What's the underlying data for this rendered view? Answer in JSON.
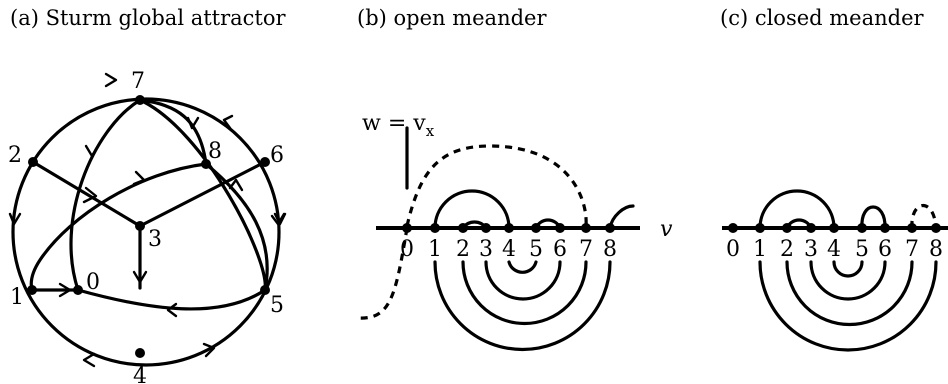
{
  "captions": {
    "a": "(a) Sturm global attractor",
    "b": "(b) open meander",
    "c": "(c) closed meander"
  },
  "attractor": {
    "vertex_labels": [
      "0",
      "1",
      "2",
      "3",
      "4",
      "5",
      "6",
      "7",
      "8"
    ]
  },
  "open_meander": {
    "axis_labels": [
      "0",
      "1",
      "2",
      "3",
      "4",
      "5",
      "6",
      "7",
      "8"
    ],
    "vertical_axis_label": "w = v",
    "vertical_axis_subscript": "x",
    "horizontal_axis_label": "v"
  },
  "closed_meander": {
    "axis_labels": [
      "0",
      "1",
      "2",
      "3",
      "4",
      "5",
      "6",
      "7",
      "8"
    ]
  }
}
